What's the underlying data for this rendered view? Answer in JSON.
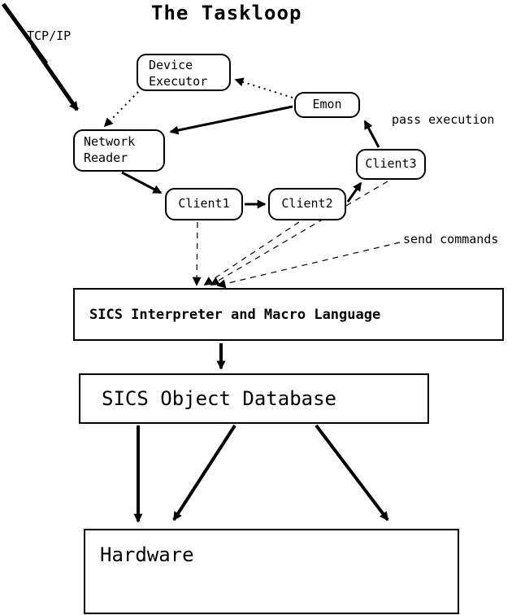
{
  "title": "The Taskloop",
  "labels": {
    "tcpip": "TCP/IP",
    "pass_execution": "pass execution",
    "send_commands": "send commands"
  },
  "nodes": {
    "device_executor": {
      "line1": "Device",
      "line2": "Executor"
    },
    "emon": {
      "label": "Emon"
    },
    "network_reader": {
      "line1": "Network",
      "line2": "Reader"
    },
    "client1": {
      "label": "Client1"
    },
    "client2": {
      "label": "Client2"
    },
    "client3": {
      "label": "Client3"
    },
    "sics_interpreter": {
      "label": "SICS Interpreter and Macro Language"
    },
    "sics_object_database": {
      "label": "SICS Object Database"
    },
    "hardware": {
      "label": "Hardware"
    }
  },
  "colors": {
    "ink": "#000000",
    "background": "#ffffff"
  }
}
